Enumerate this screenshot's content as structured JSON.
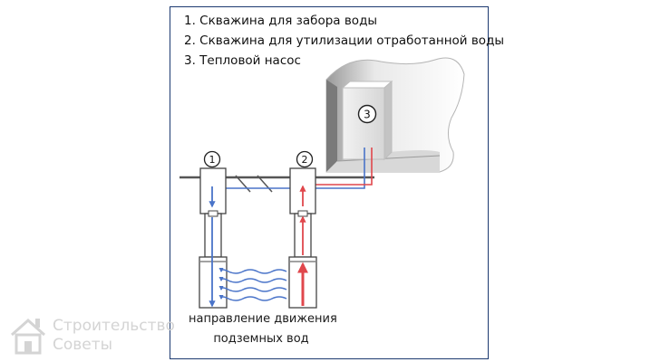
{
  "legend": {
    "items": [
      "1. Скважина для забора воды",
      "2. Скважина для утилизации отработанной воды",
      "3. Тепловой насос"
    ]
  },
  "markers": {
    "well_1": "1",
    "well_2": "2",
    "pump": "3"
  },
  "caption": {
    "line1": "направление движения",
    "line2": "подземных вод"
  },
  "watermark": {
    "line1": "Строительство",
    "line2": "Советы"
  },
  "colors": {
    "frame": "#1c3a70",
    "cold_flow": "#4a74c9",
    "warm_flow": "#e0474c",
    "pipe": "#555555"
  }
}
